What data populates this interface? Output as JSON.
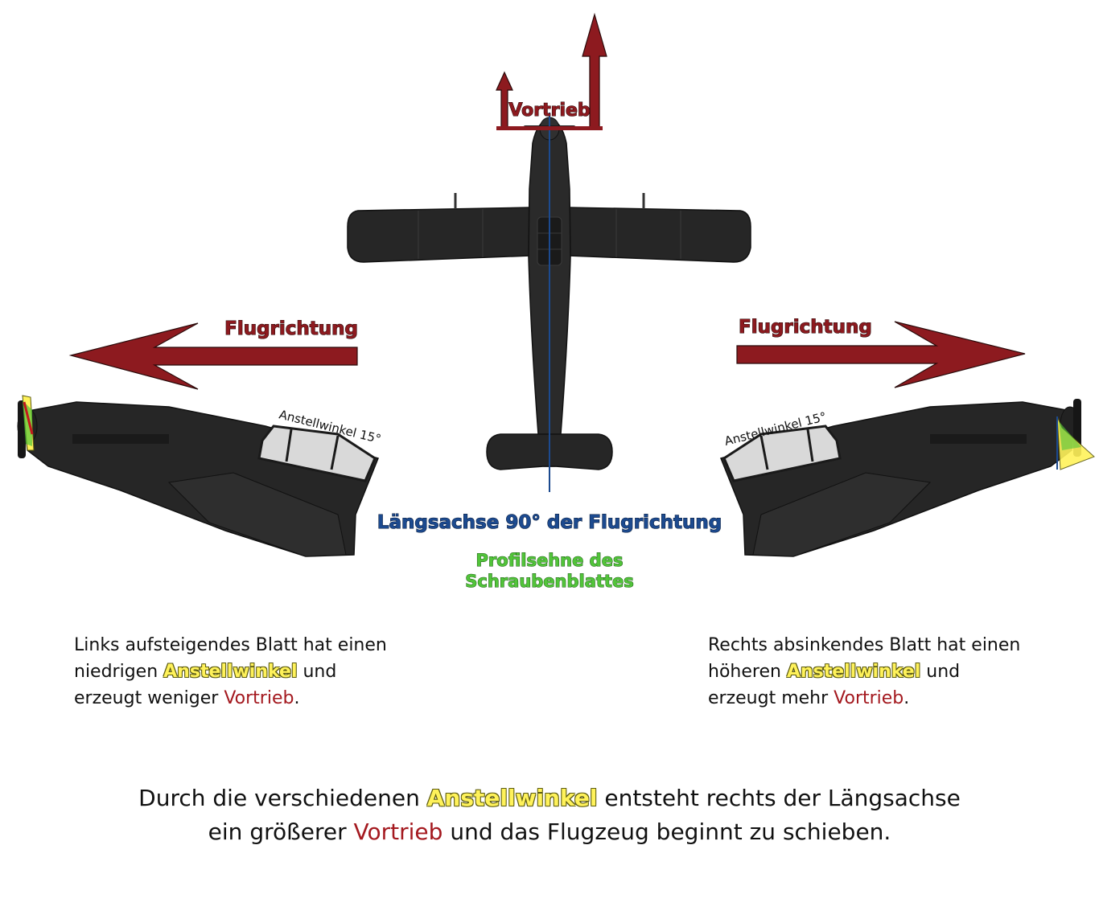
{
  "labels": {
    "thrust_top": "Vortrieb",
    "flight_dir_left": "Flugrichtung",
    "flight_dir_right": "Flugrichtung",
    "angle_left": "Anstellwinkel 15°",
    "angle_right": "Anstellwinkel 15°",
    "axis": "Längsachse 90° der Flugrichtung",
    "chord_line1": "Profilsehne des",
    "chord_line2": "Schraubenblattes"
  },
  "left_text": {
    "line1": "Links aufsteigendes Blatt hat einen",
    "line2_pre": "niedrigen ",
    "line2_hl": "Anstellwinkel",
    "line2_post": " und",
    "line3_pre": "erzeugt weniger ",
    "line3_red": "Vortrieb",
    "line3_post": "."
  },
  "right_text": {
    "line1": "Rechts absinkendes Blatt hat einen",
    "line2_pre": "höheren ",
    "line2_hl": "Anstellwinkel",
    "line2_post": " und",
    "line3_pre": "erzeugt mehr ",
    "line3_red": "Vortrieb",
    "line3_post": "."
  },
  "summary": {
    "line1_pre": "Durch die verschiedenen ",
    "line1_hl": "Anstellwinkel",
    "line1_post": " entsteht rechts der Längsachse",
    "line2_pre": "ein größerer ",
    "line2_red": "Vortrieb",
    "line2_post": " und das Flugzeug beginnt zu schieben."
  },
  "colors": {
    "arrow_red": "#8d1a1f",
    "axis_blue": "#1c4a8f",
    "chord_green": "#52c43a",
    "highlight_yellow": "#fff25a",
    "aircraft": "#262626"
  }
}
